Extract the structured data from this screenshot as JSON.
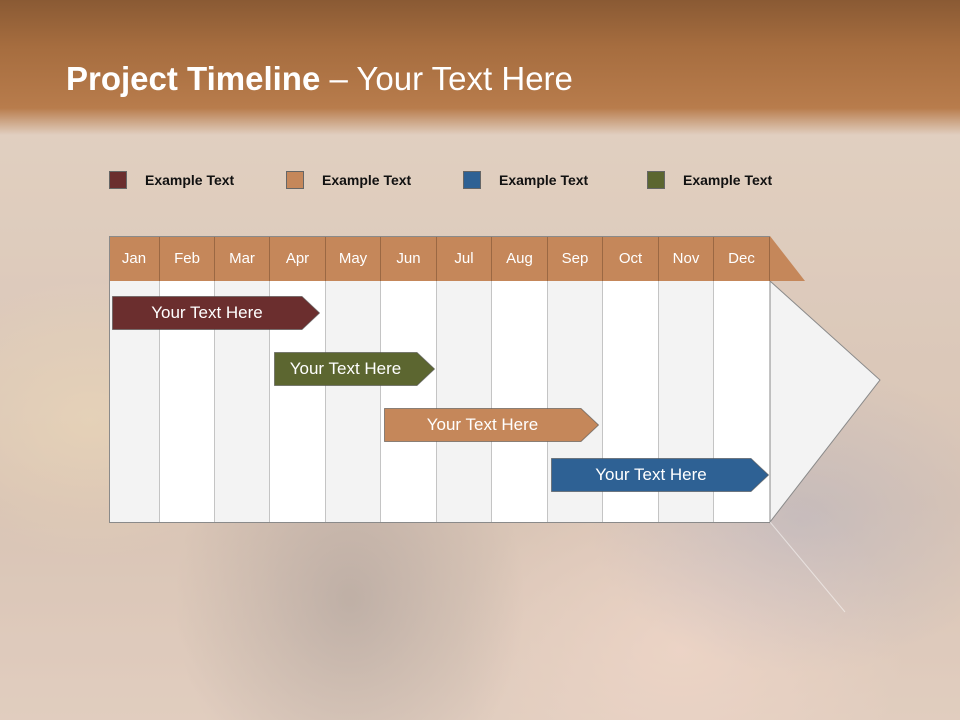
{
  "slide": {
    "title_bold": "Project Timeline",
    "title_rest": " – Your Text Here"
  },
  "legend": [
    {
      "label": "Example Text",
      "color": "#6b2e2e"
    },
    {
      "label": "Example Text",
      "color": "#c5875a"
    },
    {
      "label": "Example Text",
      "color": "#2e6194"
    },
    {
      "label": "Example Text",
      "color": "#5c6630"
    }
  ],
  "timeline": {
    "months": [
      "Jan",
      "Feb",
      "Mar",
      "Apr",
      "May",
      "Jun",
      "Jul",
      "Aug",
      "Sep",
      "Oct",
      "Nov",
      "Dec"
    ],
    "bars": [
      {
        "label": "Your  Text Here",
        "color": "#6b2e2e",
        "start_month": "Jan",
        "end_month": "Apr"
      },
      {
        "label": "Your  Text Here",
        "color": "#5c6630",
        "start_month": "Apr",
        "end_month": "Jun"
      },
      {
        "label": "Your  Text Here",
        "color": "#c5875a",
        "start_month": "Jun",
        "end_month": "Sep"
      },
      {
        "label": "Your  Text Here",
        "color": "#2e6194",
        "start_month": "Sep",
        "end_month": "Dec"
      }
    ]
  }
}
